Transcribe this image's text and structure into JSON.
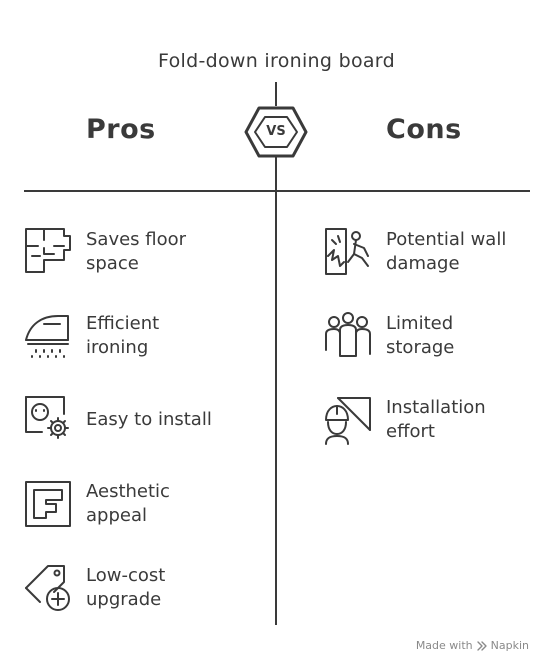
{
  "title": "Fold-down ironing board",
  "pros": {
    "heading": "Pros",
    "items": [
      {
        "label": "Saves floor\nspace",
        "icon": "floor-plan-icon"
      },
      {
        "label": "Efficient\nironing",
        "icon": "iron-icon"
      },
      {
        "label": "Easy to install",
        "icon": "install-gear-icon"
      },
      {
        "label": "Aesthetic\nappeal",
        "icon": "design-frame-icon"
      },
      {
        "label": "Low-cost\nupgrade",
        "icon": "price-tag-plus-icon"
      }
    ]
  },
  "cons": {
    "heading": "Cons",
    "items": [
      {
        "label": "Potential wall\ndamage",
        "icon": "wall-crack-icon"
      },
      {
        "label": "Limited\nstorage",
        "icon": "people-group-icon"
      },
      {
        "label": "Installation\neffort",
        "icon": "worker-icon"
      }
    ]
  },
  "vs_label": "VS",
  "footer": {
    "made_with": "Made with",
    "brand": "Napkin"
  }
}
